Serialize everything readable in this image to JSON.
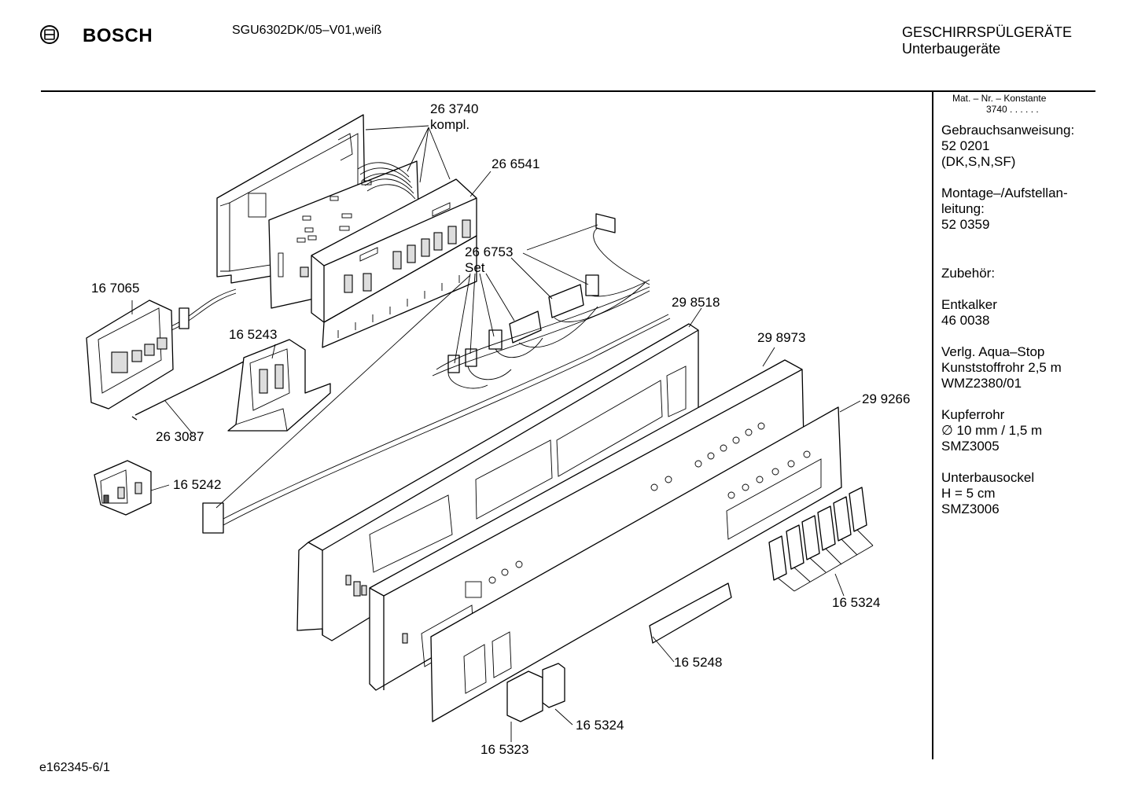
{
  "header": {
    "brand": "BOSCH",
    "model": "SGU6302DK/05–V01,weiß",
    "category_line1": "GESCHIRRSPÜLGERÄTE",
    "category_line2": "Unterbaugeräte"
  },
  "sidebar": {
    "mat_label": "Mat. – Nr. – Konstante",
    "mat_value": "3740  .  .  .  .  .  .",
    "groups": [
      {
        "lines": [
          "Gebrauchsanweisung:",
          "52 0201",
          "(DK,S,N,SF)"
        ]
      },
      {
        "lines": [
          "Montage–/Aufstellan-",
          "leitung:",
          "52 0359"
        ]
      },
      {
        "lines": [
          "Zubehör:"
        ]
      },
      {
        "lines": [
          "Entkalker",
          "46 0038"
        ]
      },
      {
        "lines": [
          "Verlg. Aqua–Stop",
          "Kunststoffrohr 2,5 m",
          "WMZ2380/01"
        ]
      },
      {
        "lines": [
          "Kupferrohr",
          "∅ 10 mm / 1,5 m",
          "SMZ3005"
        ]
      },
      {
        "lines": [
          "Unterbausockel",
          "H = 5 cm",
          "SMZ3006"
        ]
      }
    ]
  },
  "parts": [
    {
      "id": "p263740",
      "line1": "26 3740",
      "line2": "kompl."
    },
    {
      "id": "p266541",
      "line1": "26 6541"
    },
    {
      "id": "p266753",
      "line1": "26 6753",
      "line2": "Set"
    },
    {
      "id": "p167065",
      "line1": "16 7065"
    },
    {
      "id": "p165243",
      "line1": "16 5243"
    },
    {
      "id": "p263087",
      "line1": "26 3087"
    },
    {
      "id": "p165242",
      "line1": "16 5242"
    },
    {
      "id": "p298518",
      "line1": "29 8518"
    },
    {
      "id": "p298973",
      "line1": "29 8973"
    },
    {
      "id": "p299266",
      "line1": "29 9266"
    },
    {
      "id": "p165324a",
      "line1": "16 5324"
    },
    {
      "id": "p165248",
      "line1": "16 5248"
    },
    {
      "id": "p165324b",
      "line1": "16 5324"
    },
    {
      "id": "p165323",
      "line1": "16 5323"
    }
  ],
  "footer": {
    "drawing_id": "e162345-6/1"
  }
}
